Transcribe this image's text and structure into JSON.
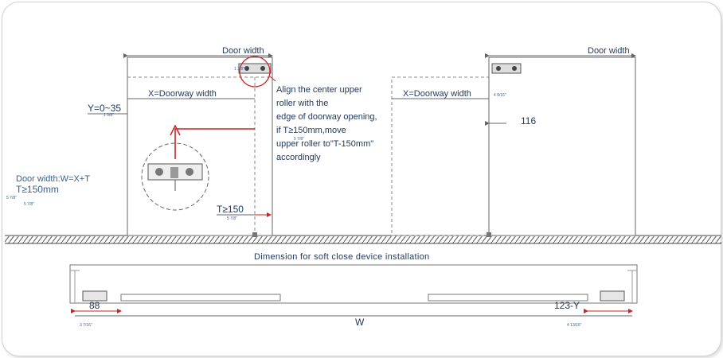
{
  "labels": {
    "door_width_left": "Door width",
    "door_width_right": "Door width",
    "dim_left_top": "1 3/8\"",
    "doorway_left": "X=Doorway width",
    "doorway_right": "X=Doorway width",
    "y_label": "Y=0~35",
    "y_small": "1 3/8\"",
    "align_note": [
      "Align the center upper",
      "roller with the",
      "edge of doorway opening,",
      "if  T≥150mm,move",
      "upper roller to\"T-150mm\"",
      "accordingly"
    ],
    "align_small": "5 7/8\"",
    "formula": "Door width:W=X+T",
    "t_ge": "T≥150mm",
    "t_small_1": "5 7/8\"",
    "t_small_2": "5 7/8\"",
    "t150": "T≥150",
    "t150_small": "5 7/8\"",
    "right_small": "4 9/16\"",
    "right_116": "116",
    "section_title": "Dimension for soft close device installation",
    "dim_88": "88",
    "dim_88_small": "3 7/16\"",
    "dim_w": "W",
    "dim_123": "123-Y",
    "dim_123_small": "4 13/16\""
  },
  "colors": {
    "line": "#555555",
    "dash": "#888888",
    "red": "#cc2222",
    "blue": "#3a5f91",
    "navy": "#23395d"
  }
}
